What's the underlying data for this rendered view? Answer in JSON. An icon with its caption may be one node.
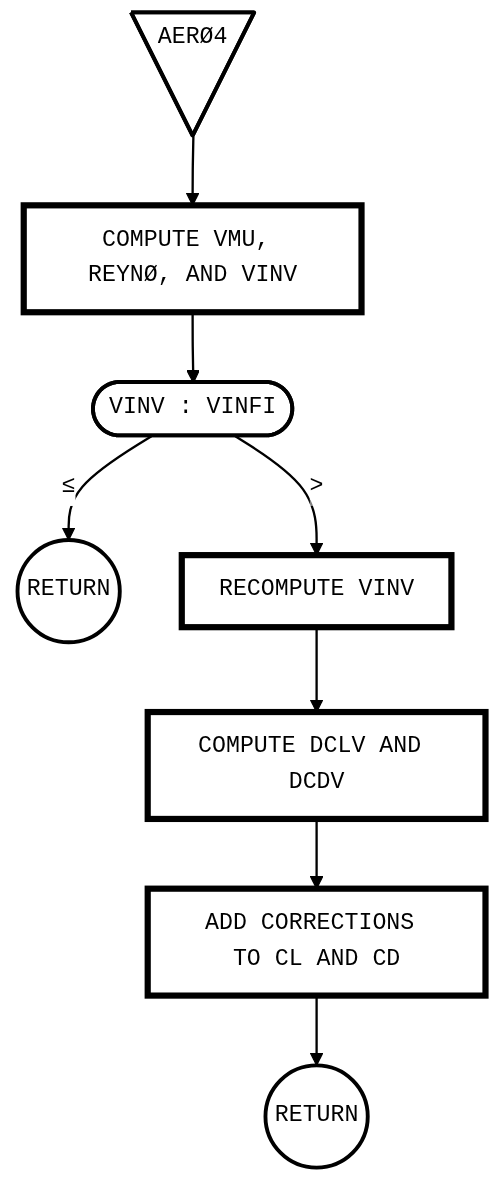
{
  "diagram": {
    "nodes": [
      {
        "text": [
          "AERØ4"
        ]
      },
      {
        "text": [
          "COMPUTE VMU, REYNØ, AND VINV"
        ]
      },
      {
        "text": [
          "VINV : VINFI"
        ]
      },
      {
        "text": [
          "RETURN"
        ]
      },
      {
        "text": [
          "RECOMPUTE VINV"
        ]
      },
      {
        "text": [
          "COMPUTE DCLV AND DCDV"
        ]
      },
      {
        "text": [
          "ADD CORRECTIONS TO CL AND CD"
        ]
      },
      {
        "text": [
          "RETURN"
        ]
      }
    ],
    "edges": [
      {
        "from": 0,
        "to": 1,
        "arrow": "to"
      },
      {
        "from": 1,
        "to": 2,
        "arrow": "to"
      },
      {
        "from": 2,
        "to": 3,
        "arrow": "to",
        "label": "≤"
      },
      {
        "from": 2,
        "to": 4,
        "arrow": "to",
        "label": ">"
      },
      {
        "from": 4,
        "to": 5,
        "arrow": "to"
      },
      {
        "from": 5,
        "to": 6,
        "arrow": "to"
      },
      {
        "from": 6,
        "to": 7,
        "arrow": "to"
      }
    ]
  }
}
